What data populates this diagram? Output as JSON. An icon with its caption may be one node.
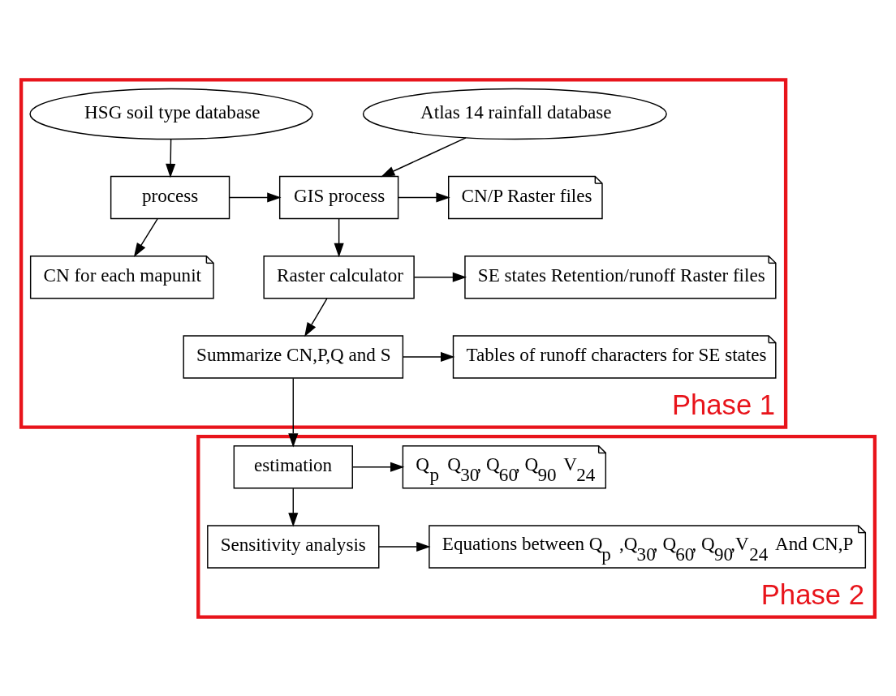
{
  "diagram": {
    "nodes": [
      {
        "text": [
          "Phase 1"
        ]
      },
      {
        "text": [
          "HSG soil type database"
        ],
        "in": 0
      },
      {
        "text": [
          "Atlas 14 rainfall database"
        ],
        "in": 0
      },
      {
        "text": [
          "process"
        ],
        "in": 0
      },
      {
        "text": [
          "GIS process"
        ],
        "in": 0
      },
      {
        "text": [
          "CN/P Raster files"
        ],
        "in": 0
      },
      {
        "text": [
          "CN for each mapunit"
        ],
        "in": 0
      },
      {
        "text": [
          "Raster calculator"
        ],
        "in": 0
      },
      {
        "text": [
          "SE states Retention/runoff Raster files"
        ],
        "in": 0
      },
      {
        "text": [
          "Summarize CN,P,Q and S"
        ],
        "in": 0
      },
      {
        "text": [
          "Tables of runoff characters for SE states"
        ],
        "in": 0
      },
      {
        "text": [
          "Phase 2"
        ]
      },
      {
        "text": [
          "estimation"
        ],
        "in": 11
      },
      {
        "text": [
          "Q$_{p}$ Q$_{30}$, Q$_{60}$, Q$_{90}$ V$_{24}$"
        ],
        "in": 11
      },
      {
        "text": [
          "Sensitivity analysis"
        ],
        "in": 11
      },
      {
        "text": [
          "Equations between Q$_{p}$ ,Q$_{30}$, Q$_{60}$, Q$_{90}$,V$_{24}$ And CN,P"
        ],
        "in": 11
      }
    ],
    "edges": [
      {
        "from": 1,
        "to": 3,
        "arrow": "to"
      },
      {
        "from": 2,
        "to": 4,
        "arrow": "to"
      },
      {
        "from": 3,
        "to": 4,
        "arrow": "to"
      },
      {
        "from": 4,
        "to": 5,
        "arrow": "to"
      },
      {
        "from": 3,
        "to": 6,
        "arrow": "to"
      },
      {
        "from": 4,
        "to": 7,
        "arrow": "to"
      },
      {
        "from": 7,
        "to": 8,
        "arrow": "to"
      },
      {
        "from": 7,
        "to": 9,
        "arrow": "to"
      },
      {
        "from": 9,
        "to": 10,
        "arrow": "to"
      },
      {
        "from": 9,
        "to": 12,
        "arrow": "to"
      },
      {
        "from": 12,
        "to": 13,
        "arrow": "to"
      },
      {
        "from": 12,
        "to": 14,
        "arrow": "to"
      },
      {
        "from": 14,
        "to": 15,
        "arrow": "to"
      }
    ]
  }
}
